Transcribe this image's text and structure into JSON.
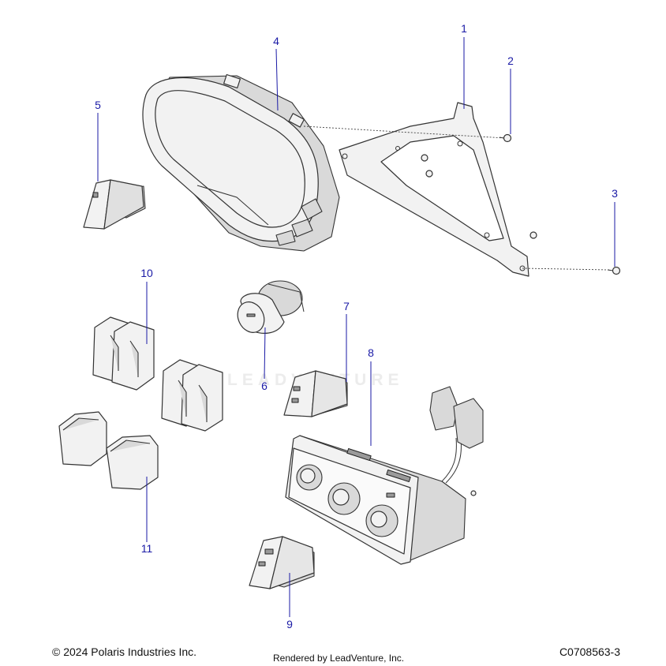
{
  "footer": {
    "copyright": "© 2024 Polaris Industries Inc.",
    "rendered_by": "Rendered by LeadVenture, Inc.",
    "drawing_id": "C0708563-3"
  },
  "watermark": {
    "text": "LEADVENTURE"
  },
  "callouts": [
    {
      "id": "1",
      "label": "1"
    },
    {
      "id": "2",
      "label": "2"
    },
    {
      "id": "3",
      "label": "3"
    },
    {
      "id": "4",
      "label": "4"
    },
    {
      "id": "5",
      "label": "5"
    },
    {
      "id": "6",
      "label": "6"
    },
    {
      "id": "7",
      "label": "7"
    },
    {
      "id": "8",
      "label": "8"
    },
    {
      "id": "9",
      "label": "9"
    },
    {
      "id": "10",
      "label": "10"
    },
    {
      "id": "11",
      "label": "11"
    }
  ],
  "colors": {
    "callout": "#1a1aa6",
    "outline": "#333333",
    "fill": "#f2f2f2",
    "watermark": "#ececec"
  }
}
